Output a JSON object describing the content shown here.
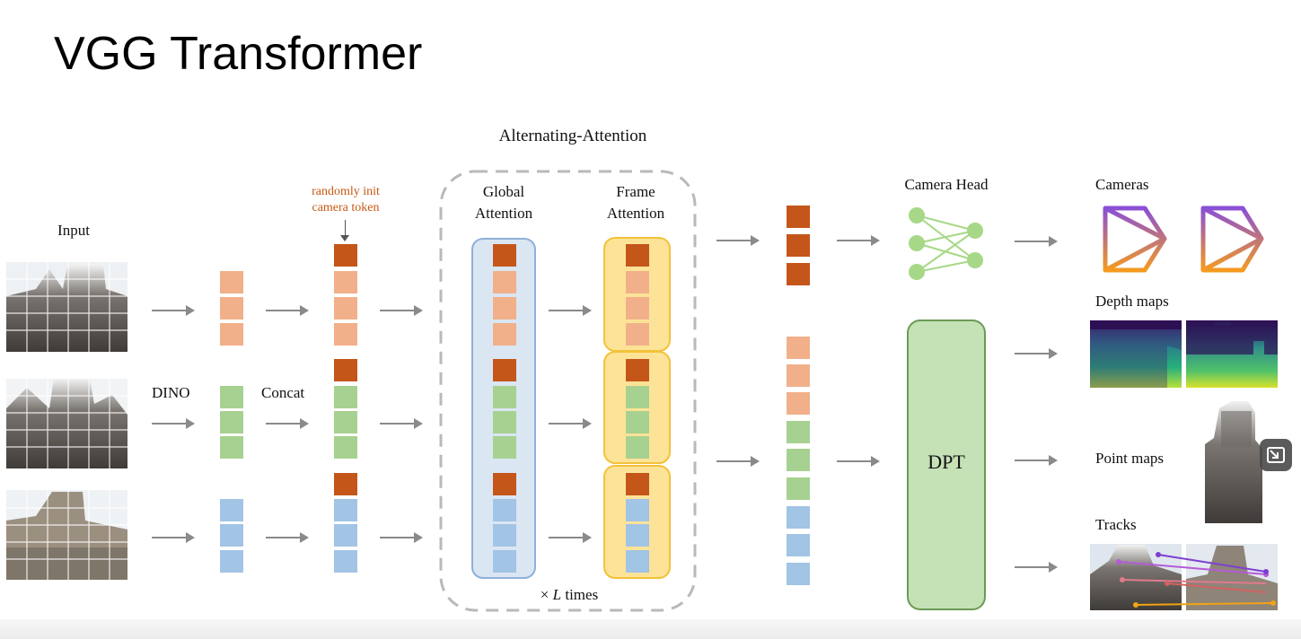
{
  "title": "VGG Transformer",
  "labels": {
    "input": "Input",
    "dino": "DINO",
    "concat": "Concat",
    "camera_token_line1": "randomly init",
    "camera_token_line2": "camera token",
    "alternating": "Alternating-Attention",
    "global_line1": "Global",
    "global_line2": "Attention",
    "frame_line1": "Frame",
    "frame_line2": "Attention",
    "times_prefix": "× ",
    "times_var": "L",
    "times_suffix": " times",
    "camera_head": "Camera Head",
    "dpt": "DPT",
    "cameras": "Cameras",
    "depth_maps": "Depth maps",
    "point_maps": "Point maps",
    "tracks": "Tracks"
  },
  "colors": {
    "camera_token": "#c4561a",
    "frame1_token": "#f1b08a",
    "frame2_token": "#a7d190",
    "frame3_token": "#a2c4e5",
    "global_box": "#dbe6f3",
    "frame_box": "#fde397",
    "dpt_box": "#c5e2b6",
    "camera_head_nodes": "#a7d887"
  },
  "icons": {
    "resize": "picture-in-picture-icon"
  }
}
